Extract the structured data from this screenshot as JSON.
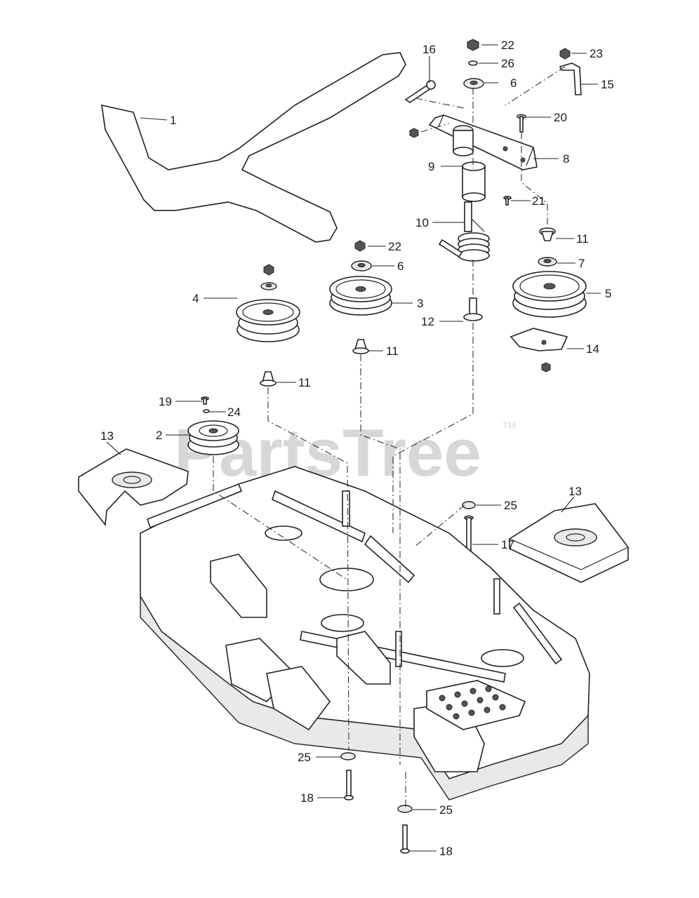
{
  "watermark": {
    "text": "PartsTree",
    "trademark": "TM"
  },
  "callouts": {
    "c1": "1",
    "c2": "2",
    "c3": "3",
    "c4": "4",
    "c5": "5",
    "c6a": "6",
    "c6b": "6",
    "c7": "7",
    "c8": "8",
    "c9": "9",
    "c10": "10",
    "c11a": "11",
    "c11b": "11",
    "c11c": "11",
    "c12": "12",
    "c13a": "13",
    "c13b": "13",
    "c14": "14",
    "c15": "15",
    "c16": "16",
    "c17": "17",
    "c18a": "18",
    "c18b": "18",
    "c19": "19",
    "c20": "20",
    "c21": "21",
    "c22a": "22",
    "c22b": "22",
    "c23": "23",
    "c24": "24",
    "c25a": "25",
    "c25b": "25",
    "c25c": "25",
    "c26": "26"
  }
}
